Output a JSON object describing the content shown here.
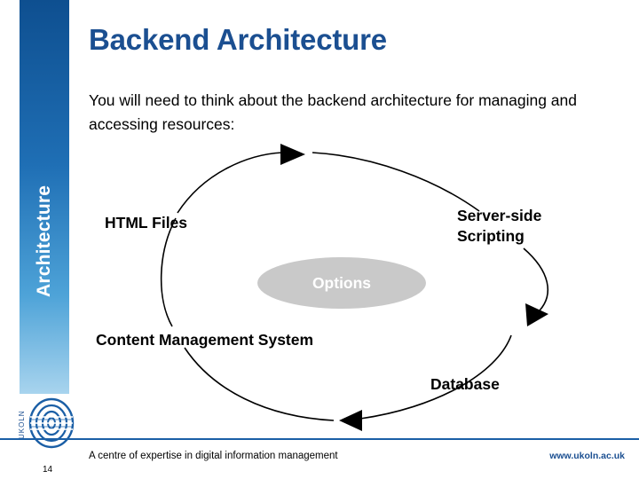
{
  "slide": {
    "side_label": "Architecture",
    "title": "Backend Architecture",
    "body": "You will need to think about the backend architecture for managing and accessing resources:",
    "slide_number": "14"
  },
  "diagram": {
    "type": "cycle",
    "center_label": "Options",
    "nodes": [
      {
        "id": "html-files",
        "label": "HTML Files"
      },
      {
        "id": "server-side-scripting",
        "label": "Server-side Scripting"
      },
      {
        "id": "content-management-system",
        "label": "Content Management System"
      },
      {
        "id": "database",
        "label": "Database"
      }
    ],
    "arrow_count": 4,
    "center_fill": "#c9c9c9"
  },
  "footer": {
    "note": "A centre of expertise in digital information management",
    "url": "www.ukoln.ac.uk",
    "logo_text": "UKOLN"
  },
  "colors": {
    "title": "#1b4f91",
    "bar_top": "#0e4f90",
    "bar_bottom": "#a8d4ee",
    "rule": "#1b5fa6"
  }
}
